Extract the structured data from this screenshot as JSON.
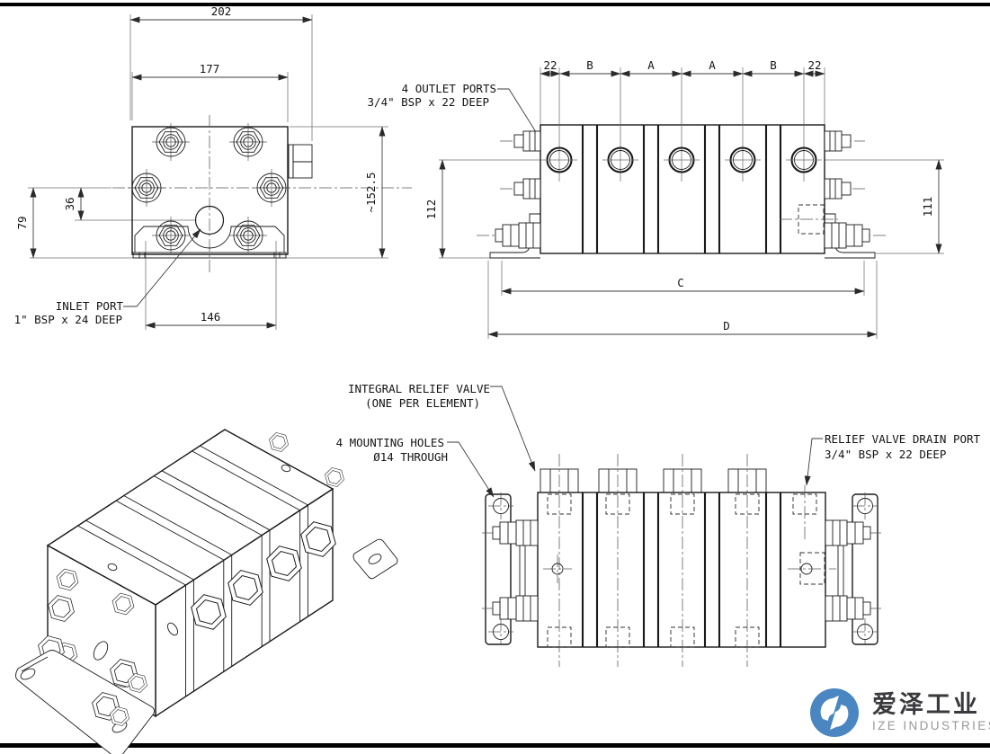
{
  "drawing": {
    "end_view": {
      "dim_202": "202",
      "dim_177": "177",
      "dim_79": "79",
      "dim_36": "36",
      "dim_146": "146",
      "dim_height": "~152.5",
      "inlet_label_1": "INLET PORT",
      "inlet_label_2": "1\" BSP x 24 DEEP"
    },
    "front_view": {
      "pitch_labels": [
        "22",
        "B",
        "A",
        "A",
        "B",
        "22"
      ],
      "dim_112": "112",
      "dim_111": "111",
      "dim_c": "C",
      "dim_d": "D",
      "outlet_label_1": "4 OUTLET PORTS",
      "outlet_label_2": "3/4\" BSP x 22 DEEP"
    },
    "bottom_view": {
      "relief_label_1": "INTEGRAL RELIEF VALVE",
      "relief_label_2": "(ONE PER ELEMENT)",
      "mounting_label_1": "4 MOUNTING HOLES",
      "mounting_label_2": "Ø14 THROUGH",
      "drain_label_1": "RELIEF VALVE DRAIN PORT",
      "drain_label_2": "3/4\" BSP x 22 DEEP"
    }
  },
  "logo": {
    "cn_name": "爱泽工业",
    "en_name": "IZE INDUSTRIES",
    "brand_color": "#4a86c2"
  }
}
